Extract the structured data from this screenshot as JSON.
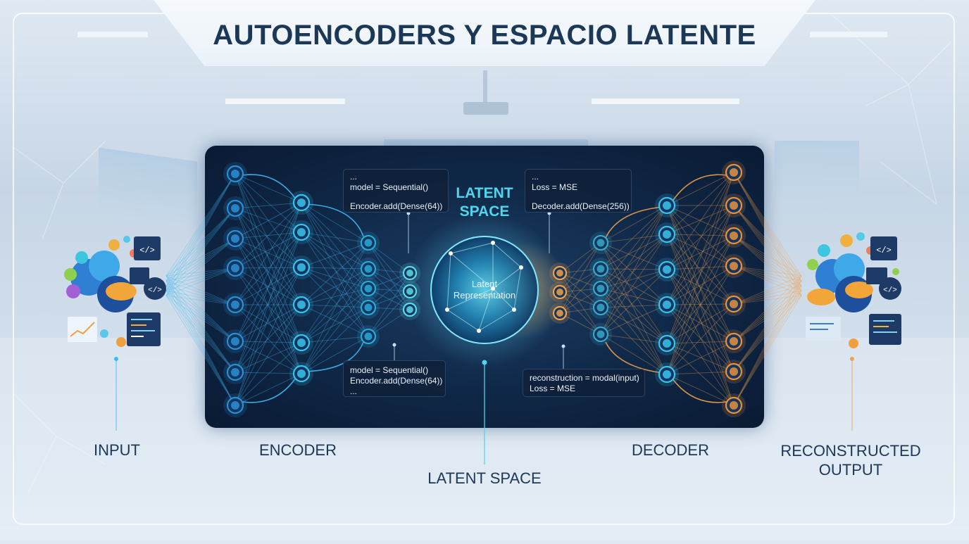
{
  "title": "AUTOENCODERS Y ESPACIO LATENTE",
  "labels": {
    "input": "INPUT",
    "encoder": "ENCODER",
    "latent_space": "LATENT SPACE",
    "decoder": "DECODER",
    "output_line1": "RECONSTRUCTED",
    "output_line2": "OUTPUT"
  },
  "latent_title": {
    "line1": "LATENT",
    "line2": "SPACE"
  },
  "sphere_label": {
    "line1": "Latent",
    "line2": "Representation"
  },
  "code_boxes": {
    "encoder_top": [
      "...",
      "model = Sequential()",
      "Encoder.add(Dense(64))"
    ],
    "decoder_top": [
      "...",
      "Loss = MSE",
      "Decoder.add(Dense(256))"
    ],
    "encoder_bottom": [
      "model = Sequential()",
      "Encoder.add(Dense(64))",
      "..."
    ],
    "decoder_bottom": [
      "reconstruction = modal(input)",
      "Loss = MSE"
    ]
  },
  "colors": {
    "encoder": "#3fb9f2",
    "decoder": "#f2a04a",
    "latent": "#4fd6ec",
    "title": "#1c3857"
  },
  "icons": [
    "brain-cloud-icon",
    "code-window-icon",
    "chart-icon",
    "cloud-icon"
  ]
}
